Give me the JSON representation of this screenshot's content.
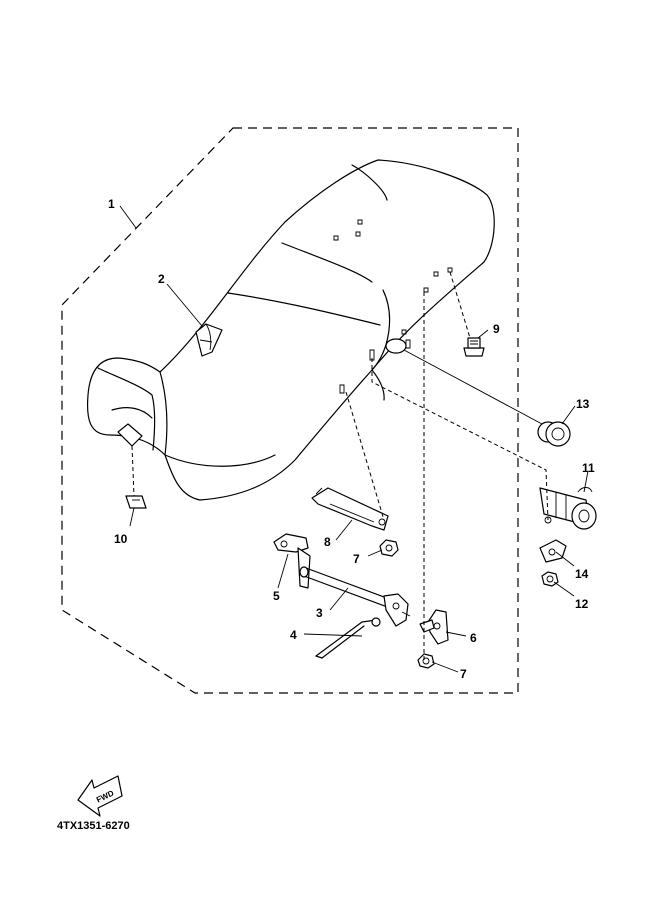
{
  "diagram": {
    "callouts": {
      "c1": "1",
      "c2": "2",
      "c3": "3",
      "c4": "4",
      "c5": "5",
      "c6": "6",
      "c7a": "7",
      "c7b": "7",
      "c8": "8",
      "c9": "9",
      "c10": "10",
      "c11": "11",
      "c12": "12",
      "c13": "13",
      "c14": "14"
    },
    "fwd_label": "FWD",
    "diagram_code": "4TX1351-6270"
  }
}
